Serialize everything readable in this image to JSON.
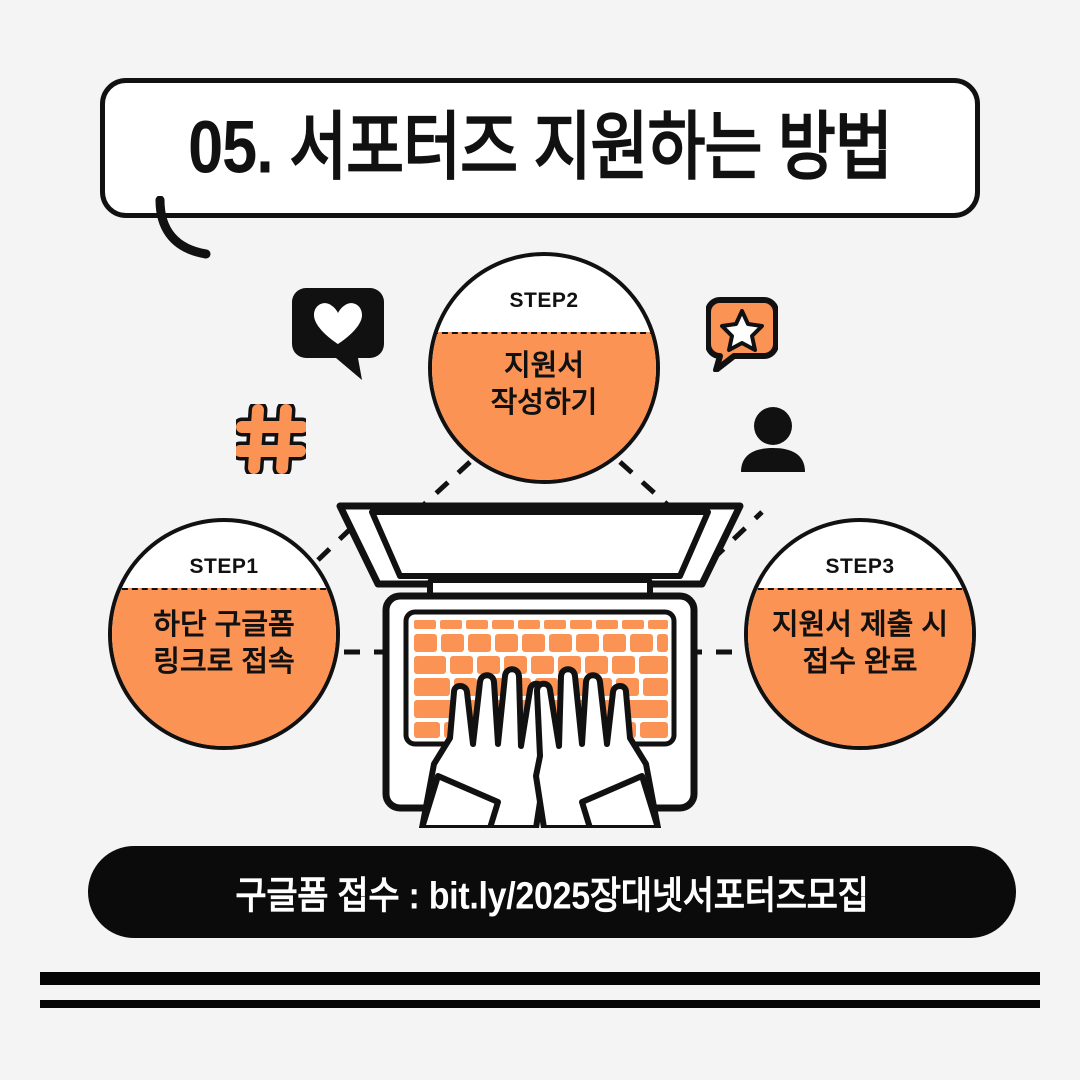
{
  "page": {
    "background_color": "#f4f4f4",
    "accent_color": "#fb9355",
    "ink_color": "#111111"
  },
  "header": {
    "title": "05. 서포터즈 지원하는 방법"
  },
  "steps": [
    {
      "id": "step1",
      "label": "STEP1",
      "text": "하단 구글폼\n링크로 접속"
    },
    {
      "id": "step2",
      "label": "STEP2",
      "text": "지원서\n작성하기"
    },
    {
      "id": "step3",
      "label": "STEP3",
      "text": "지원서 제출 시\n접수 완료"
    }
  ],
  "decorations": [
    {
      "name": "heart-speech-bubble-icon",
      "style": "black bubble with white heart"
    },
    {
      "name": "star-speech-bubble-icon",
      "style": "orange bubble with white star"
    },
    {
      "name": "hashtag-icon",
      "style": "orange hashtag with black outline"
    },
    {
      "name": "person-icon",
      "style": "black user silhouette"
    }
  ],
  "illustration": {
    "name": "laptop-typing-hands-illustration",
    "keyboard_color": "#fb9355"
  },
  "footer": {
    "link_label": "구글폼 접수 :",
    "link_url": "bit.ly/2025장대넷서포터즈모집",
    "link_full": "구글폼 접수 :  bit.ly/2025장대넷서포터즈모집"
  }
}
